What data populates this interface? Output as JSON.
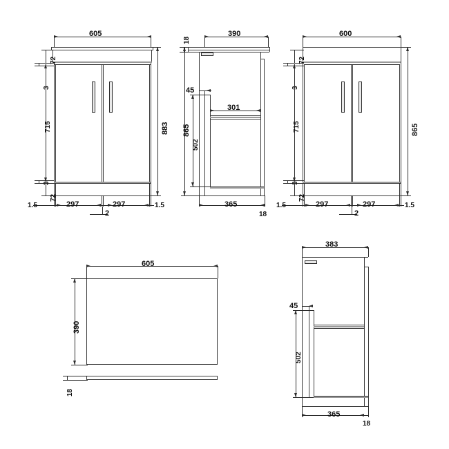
{
  "drawing": {
    "type": "technical-dimension-drawing",
    "subject": "2-door floor standing bathroom vanity unit",
    "units": "mm",
    "views": [
      {
        "id": "front-elevation-left",
        "name": "Front elevation with worktop",
        "dimensions": {
          "overall_width": "605",
          "overall_height": "883",
          "worktop_thickness": "72",
          "gap_top": "3",
          "door_height": "715",
          "gap_bottom": "3",
          "plinth_height": "72",
          "side_margin_left": "1.5",
          "side_margin_right": "1.5",
          "door_width_left": "297",
          "door_width_right": "297",
          "centre_gap": "2"
        }
      },
      {
        "id": "side-section",
        "name": "Side section",
        "dimensions": {
          "worktop_overhang": "18",
          "worktop_depth": "390",
          "overall_height": "865",
          "internal_offset": "45",
          "shelf_depth": "301",
          "internal_height": "502",
          "carcass_depth": "365",
          "back_thickness": "18"
        }
      },
      {
        "id": "front-elevation-right",
        "name": "Front elevation carcass only",
        "dimensions": {
          "overall_width": "600",
          "overall_height": "865",
          "top_rail_height": "72",
          "gap_top": "3",
          "door_height": "715",
          "gap_bottom": "3",
          "plinth_height": "72",
          "side_margin_left": "1.5",
          "side_margin_right": "1.5",
          "door_width_left": "297",
          "door_width_right": "297",
          "centre_gap": "2"
        }
      },
      {
        "id": "worktop-plan",
        "name": "Worktop plan and edge",
        "dimensions": {
          "width": "605",
          "depth": "390",
          "thickness": "18"
        }
      },
      {
        "id": "side-section-carcass",
        "name": "Side section carcass only",
        "dimensions": {
          "top_depth": "383",
          "internal_offset": "45",
          "internal_height": "502",
          "carcass_depth": "365",
          "back_thickness": "18"
        }
      }
    ],
    "labels": {
      "v1_605": "605",
      "v1_883": "883",
      "v1_72t": "72",
      "v1_3t": "3",
      "v1_715": "715",
      "v1_3b": "3",
      "v1_72b": "72",
      "v1_15l": "1.5",
      "v1_297l": "297",
      "v1_2": "2",
      "v1_297r": "297",
      "v1_15r": "1.5",
      "v2_18": "18",
      "v2_390": "390",
      "v2_45": "45",
      "v2_301": "301",
      "v2_865": "865",
      "v2_502": "502",
      "v2_365": "365",
      "v2_18b": "18",
      "v3_600": "600",
      "v3_865": "865",
      "v3_72t": "72",
      "v3_3t": "3",
      "v3_715": "715",
      "v3_3b": "3",
      "v3_72b": "72",
      "v3_15l": "1.5",
      "v3_297l": "297",
      "v3_2": "2",
      "v3_297r": "297",
      "v3_15r": "1.5",
      "v4_605": "605",
      "v4_390": "390",
      "v4_18": "18",
      "v5_383": "383",
      "v5_45": "45",
      "v5_502": "502",
      "v5_365": "365",
      "v5_18": "18"
    },
    "colors": {
      "line": "#2b2b2b",
      "object": "#3a3a3a",
      "band": "#9a9a9a",
      "background": "#ffffff"
    }
  }
}
